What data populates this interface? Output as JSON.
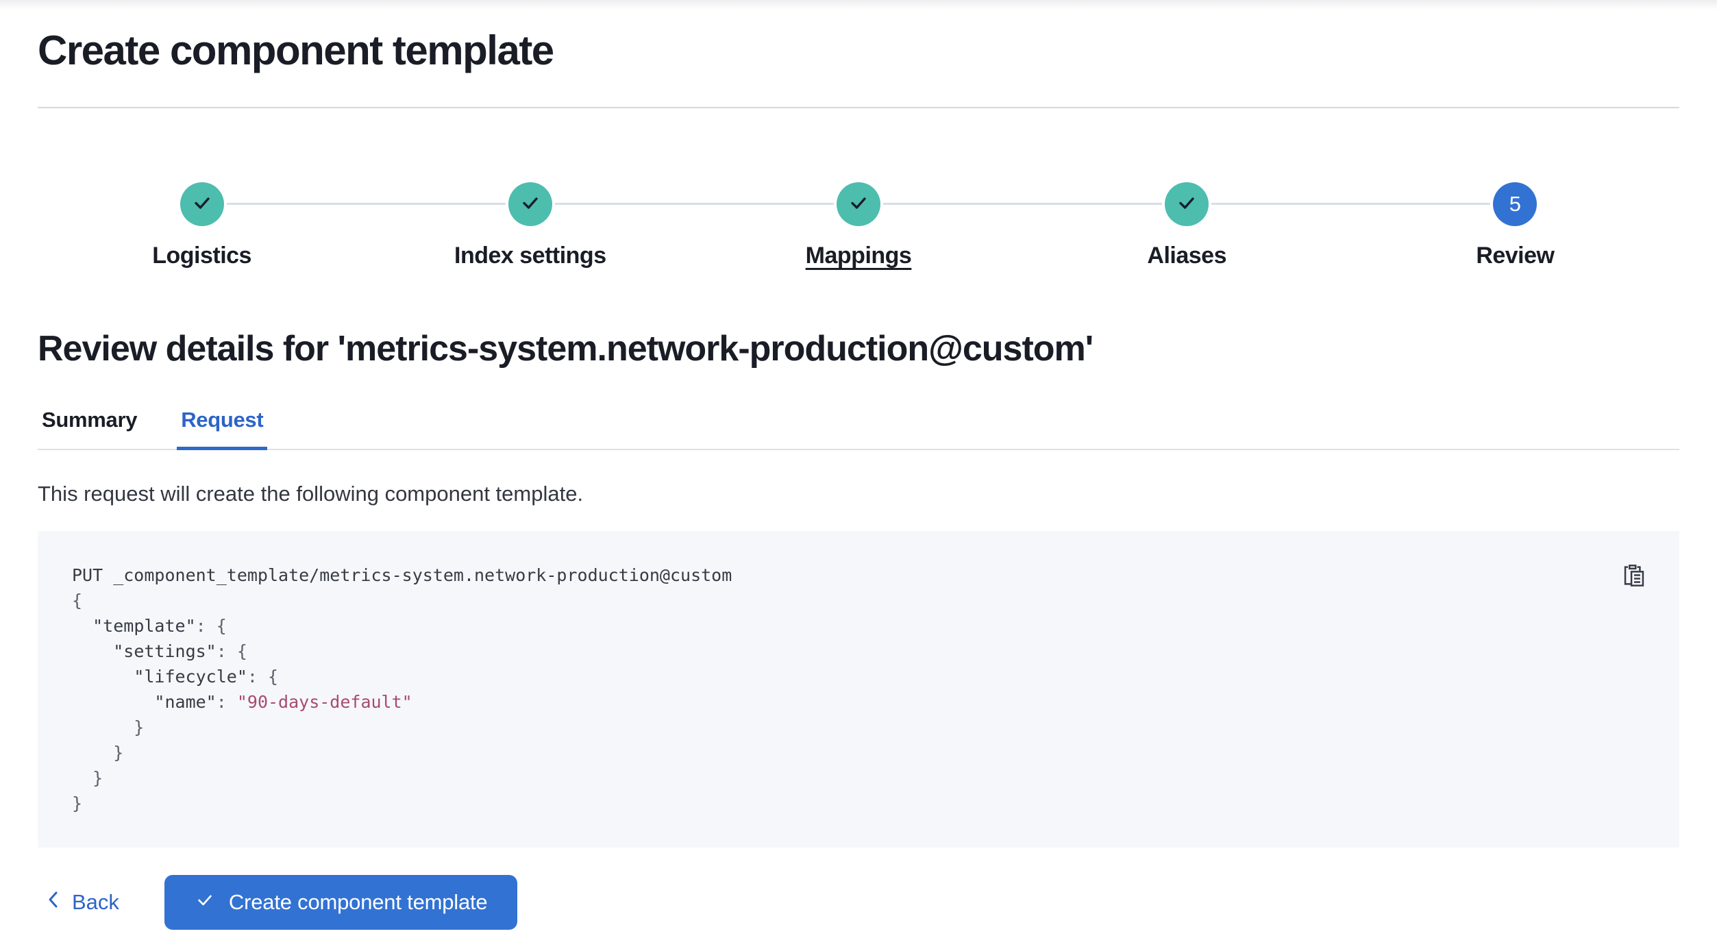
{
  "page": {
    "title": "Create component template"
  },
  "steps": {
    "items": [
      {
        "label": "Logistics",
        "status": "complete",
        "icon": "check"
      },
      {
        "label": "Index settings",
        "status": "complete",
        "icon": "check"
      },
      {
        "label": "Mappings",
        "status": "complete",
        "icon": "check",
        "underlined": true
      },
      {
        "label": "Aliases",
        "status": "complete",
        "icon": "check"
      },
      {
        "label": "Review",
        "status": "current",
        "number": "5"
      }
    ]
  },
  "review": {
    "heading": "Review details for 'metrics-system.network-production@custom'",
    "tabs": [
      {
        "label": "Summary",
        "active": false
      },
      {
        "label": "Request",
        "active": true
      }
    ],
    "description": "This request will create the following component template."
  },
  "code_block": {
    "copy_icon": "copy-clipboard-icon",
    "lines": [
      [
        {
          "t": "PUT _component_template/metrics-system.network-production@custom",
          "c": "k"
        }
      ],
      [
        {
          "t": "{",
          "c": "p"
        }
      ],
      [
        {
          "t": "  ",
          "c": "p"
        },
        {
          "t": "\"template\"",
          "c": "k"
        },
        {
          "t": ": ",
          "c": "p"
        },
        {
          "t": "{",
          "c": "p"
        }
      ],
      [
        {
          "t": "    ",
          "c": "p"
        },
        {
          "t": "\"settings\"",
          "c": "k"
        },
        {
          "t": ": ",
          "c": "p"
        },
        {
          "t": "{",
          "c": "p"
        }
      ],
      [
        {
          "t": "      ",
          "c": "p"
        },
        {
          "t": "\"lifecycle\"",
          "c": "k"
        },
        {
          "t": ": ",
          "c": "p"
        },
        {
          "t": "{",
          "c": "p"
        }
      ],
      [
        {
          "t": "        ",
          "c": "p"
        },
        {
          "t": "\"name\"",
          "c": "k"
        },
        {
          "t": ": ",
          "c": "p"
        },
        {
          "t": "\"90-days-default\"",
          "c": "s"
        }
      ],
      [
        {
          "t": "      }",
          "c": "p"
        }
      ],
      [
        {
          "t": "    }",
          "c": "p"
        }
      ],
      [
        {
          "t": "  }",
          "c": "p"
        }
      ],
      [
        {
          "t": "}",
          "c": "p"
        }
      ]
    ]
  },
  "footer": {
    "back_label": "Back",
    "submit_label": "Create component template"
  },
  "colors": {
    "primary_blue": "#3272d3",
    "link_blue": "#2d64c8",
    "success_teal": "#4dbdae",
    "code_background": "#f6f7fa",
    "code_string": "#a84a6e",
    "divider": "#d5d9e2",
    "heading_text": "#1a1d26"
  }
}
